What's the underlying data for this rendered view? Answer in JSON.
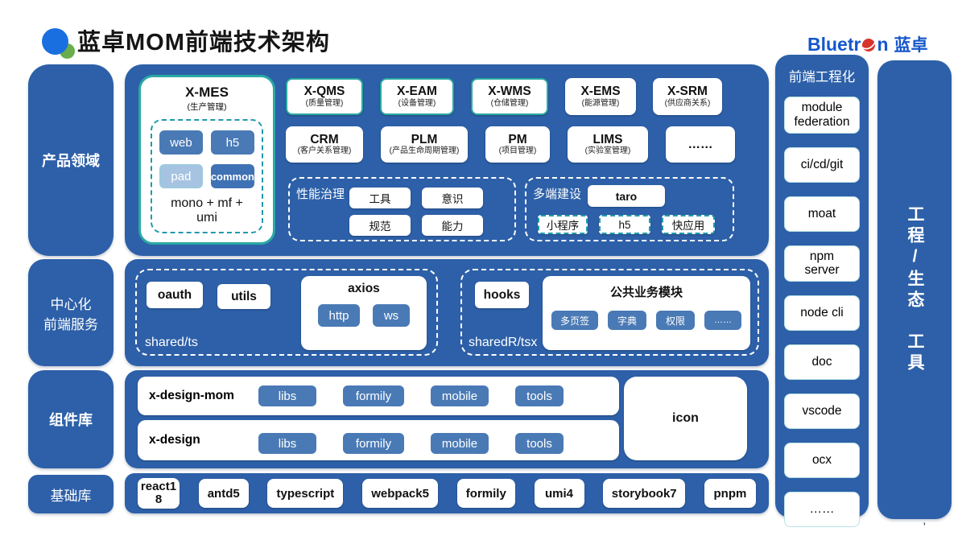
{
  "header": {
    "title": "蓝卓MOM前端技术架构",
    "brand": {
      "en_left": "Bluetr",
      "en_right": "n",
      "cn": "蓝卓"
    }
  },
  "sidebar": {
    "product_domain": "产品领域",
    "central_line1": "中心化",
    "central_line2": "前端服务",
    "components": "组件库",
    "base": "基础库"
  },
  "product_domain": {
    "xmes": {
      "title": "X-MES",
      "subtitle": "(生产管理)",
      "buttons": [
        "web",
        "h5",
        "pad",
        "common"
      ],
      "footer": "mono + mf + umi"
    },
    "row1": [
      {
        "name": "X-QMS",
        "sub": "(质量管理)"
      },
      {
        "name": "X-EAM",
        "sub": "(设备管理)"
      },
      {
        "name": "X-WMS",
        "sub": "(仓储管理)"
      },
      {
        "name": "X-EMS",
        "sub": "(能源管理)"
      },
      {
        "name": "X-SRM",
        "sub": "(供应商关系)"
      }
    ],
    "row2": [
      {
        "name": "CRM",
        "sub": "(客户关系管理)"
      },
      {
        "name": "PLM",
        "sub": "(产品生命周期管理)"
      },
      {
        "name": "PM",
        "sub": "(项目管理)"
      },
      {
        "name": "LIMS",
        "sub": "(实验室管理)"
      },
      {
        "name": "……",
        "sub": ""
      }
    ],
    "performance": {
      "label": "性能治理",
      "items": [
        "工具",
        "意识",
        "规范",
        "能力"
      ]
    },
    "multi_end": {
      "label": "多端建设",
      "taro": "taro",
      "items": [
        "小程序",
        "h5",
        "快应用"
      ]
    }
  },
  "central_services": {
    "shared_ts": {
      "tag": "shared/ts",
      "oauth": "oauth",
      "utils": "utils",
      "axios_title": "axios",
      "axios_items": [
        "http",
        "ws"
      ]
    },
    "shared_tsx": {
      "tag": "sharedR/tsx",
      "hooks": "hooks",
      "module_title": "公共业务模块",
      "module_items": [
        "多页签",
        "字典",
        "权限",
        "……"
      ]
    }
  },
  "components": {
    "row1_name": "x-design-mom",
    "row2_name": "x-design",
    "items": [
      "libs",
      "formily",
      "mobile",
      "tools"
    ],
    "icon": "icon"
  },
  "base_lib": [
    "react18",
    "antd5",
    "typescript",
    "webpack5",
    "formily",
    "umi4",
    "storybook7",
    "pnpm"
  ],
  "engineering": {
    "title": "前端工程化",
    "items": [
      "module\nfederation",
      "ci/cd/git",
      "moat",
      "npm\nserver",
      "node cli",
      "doc",
      "vscode",
      "ocx",
      "……"
    ]
  },
  "right_rail": "工程/生态　工具",
  "artifact": {
    "mark": "'"
  },
  "colors": {
    "container_blue": "#2d60a8",
    "chip_blue": "#4a7ab5",
    "teal_border": "#2aa9a2",
    "dashed_teal": "#2099ac",
    "brand_blue": "#1557cb",
    "logo_blue": "#1a6fe0",
    "logo_green": "#69ad4c",
    "brand_red": "#d6342c",
    "pad_chip": "#a7c3e2"
  }
}
